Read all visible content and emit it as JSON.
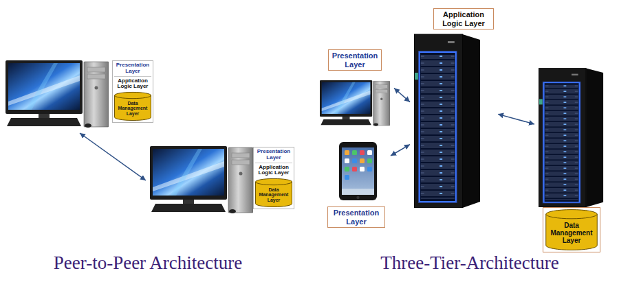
{
  "diagram": {
    "nodes": [
      {
        "text": [
          "Presentation Layer",
          "Application Logic Layer",
          "Data Management Layer"
        ]
      },
      {
        "text": [
          "Presentation Layer",
          "Application Logic Layer",
          "Data Management Layer"
        ]
      },
      {
        "text": [
          "Presentation Layer"
        ]
      },
      {
        "text": [
          "Presentation Layer"
        ]
      },
      {
        "text": [
          "Application Logic Layer"
        ]
      },
      {
        "text": [
          "Data Management Layer"
        ]
      }
    ],
    "edges": [
      {
        "from": 0,
        "to": 1,
        "arrow": "both"
      },
      {
        "from": 2,
        "to": 4,
        "arrow": "both"
      },
      {
        "from": 3,
        "to": 4,
        "arrow": "both"
      },
      {
        "from": 4,
        "to": 5,
        "arrow": "both"
      }
    ],
    "labels": [
      "Peer-to-Peer Architecture",
      "Three-Tier-Architecture"
    ]
  }
}
